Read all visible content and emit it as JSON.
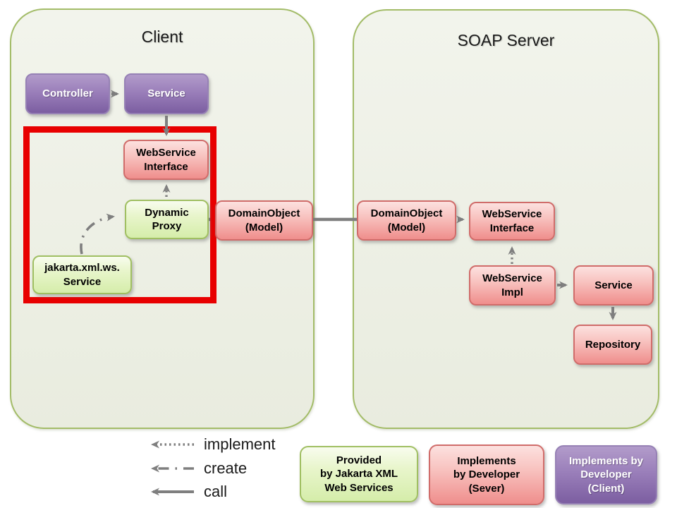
{
  "palette": {
    "purple_top": "#b29bca",
    "purple_bottom": "#7c5ea1",
    "pink_top": "#fce1df",
    "pink_bottom": "#ef8e8c",
    "pink_border": "#d06c6a",
    "green_top": "#f8fcee",
    "green_bottom": "#d5edaa",
    "green_border": "#a0bf62",
    "container_fill": "#eef0e8",
    "container_border": "#a3bc68",
    "arrow_gray": "#7f7f7f",
    "highlight_red": "#e80000"
  },
  "client": {
    "title": "Client",
    "nodes": {
      "controller": "Controller",
      "service": "Service",
      "ws_interface": "WebService\nInterface",
      "dynamic_proxy": "Dynamic\nProxy",
      "jakarta_service": "jakarta.xml.ws.\nService",
      "domain_object": "DomainObject\n(Model)"
    }
  },
  "server": {
    "title": "SOAP Server",
    "nodes": {
      "domain_object": "DomainObject\n(Model)",
      "ws_interface": "WebService\nInterface",
      "ws_impl": "WebService\nImpl",
      "service": "Service",
      "repository": "Repository"
    }
  },
  "legend": {
    "arrow_types": {
      "implement": "implement",
      "create": "create",
      "call": "call"
    },
    "boxes": {
      "green": "Provided\nby Jakarta XML\nWeb Services",
      "pink": "Implements\nby Developer\n(Sever)",
      "purple": "Implements by\nDeveloper\n(Client)"
    }
  }
}
